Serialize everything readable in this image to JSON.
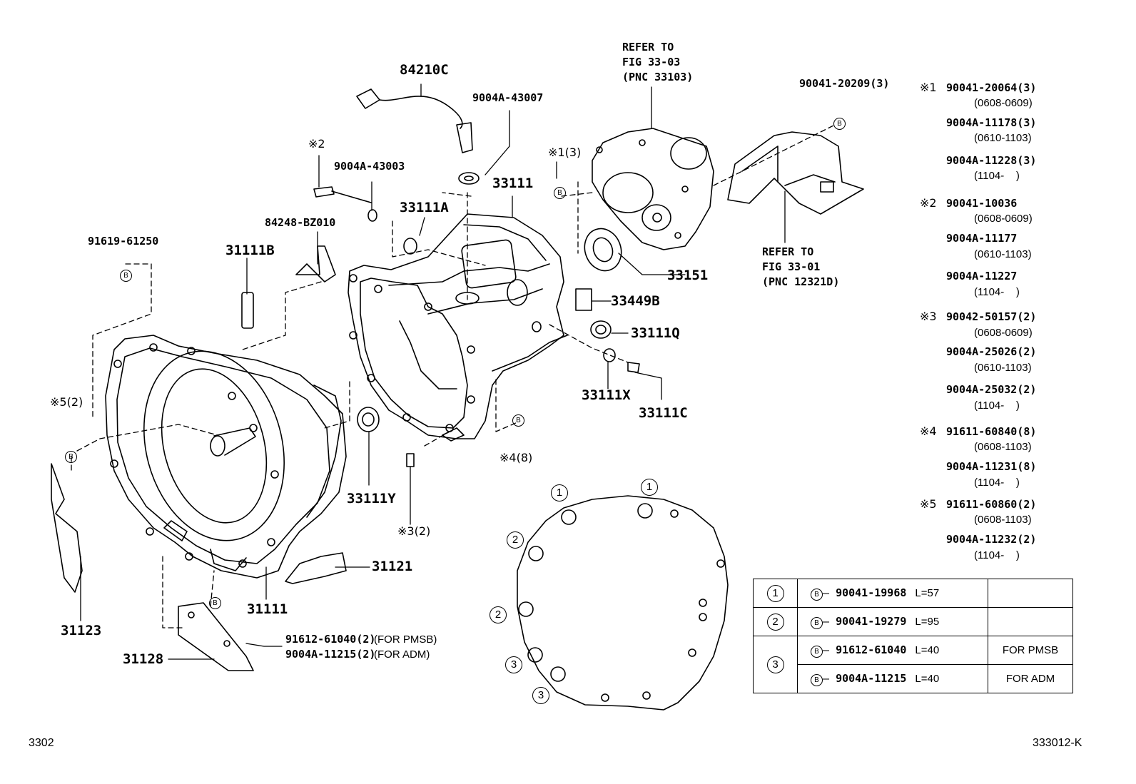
{
  "figure_id": "3302",
  "diagram_code": "333012-K",
  "part_labels": [
    {
      "id": "p84210C",
      "text": "84210C"
    },
    {
      "id": "p9004A43007",
      "text": "9004A-43007"
    },
    {
      "id": "p9004A43003",
      "text": "9004A-43003"
    },
    {
      "id": "p33111",
      "text": "33111"
    },
    {
      "id": "p33111A",
      "text": "33111A"
    },
    {
      "id": "p84248",
      "text": "84248-BZ010"
    },
    {
      "id": "p91619",
      "text": "91619-61250"
    },
    {
      "id": "p31111B",
      "text": "31111B"
    },
    {
      "id": "p33151",
      "text": "33151"
    },
    {
      "id": "p33449B",
      "text": "33449B"
    },
    {
      "id": "p33111Q",
      "text": "33111Q"
    },
    {
      "id": "p33111X",
      "text": "33111X"
    },
    {
      "id": "p33111C",
      "text": "33111C"
    },
    {
      "id": "p33111Y",
      "text": "33111Y"
    },
    {
      "id": "p31121",
      "text": "31121"
    },
    {
      "id": "p31111",
      "text": "31111"
    },
    {
      "id": "p31123",
      "text": "31123"
    },
    {
      "id": "p31128",
      "text": "31128"
    },
    {
      "id": "p90041_20209",
      "text": "90041-20209(3)"
    }
  ],
  "notes": {
    "ref1": "REFER TO\nFIG 33-03\n(PNC 33103)",
    "ref2": "REFER TO\nFIG 33-01\n(PNC 12321D)",
    "mark2": "※2",
    "mark1_3": "※1(3)",
    "mark5_2": "※5(2)",
    "mark4_8": "※4(8)",
    "mark3_2": "※3(2)",
    "bolt_pmsb": "91612-61040(2)",
    "bolt_pmsb_note": "(FOR PMSB)",
    "bolt_adm": "9004A-11215(2)",
    "bolt_adm_note": "(FOR ADM)",
    "b_symbol": "B"
  },
  "side_list": [
    {
      "mark": "※1",
      "entries": [
        {
          "part": "90041-20064(3)",
          "range": "(0608-0609)"
        },
        {
          "part": "9004A-11178(3)",
          "range": "(0610-1103)"
        },
        {
          "part": "9004A-11228(3)",
          "range": "(1104-    )"
        }
      ]
    },
    {
      "mark": "※2",
      "entries": [
        {
          "part": "90041-10036",
          "range": "(0608-0609)"
        },
        {
          "part": "9004A-11177",
          "range": "(0610-1103)"
        },
        {
          "part": "9004A-11227",
          "range": "(1104-    )"
        }
      ]
    },
    {
      "mark": "※3",
      "entries": [
        {
          "part": "90042-50157(2)",
          "range": "(0608-0609)"
        },
        {
          "part": "9004A-25026(2)",
          "range": "(0610-1103)"
        },
        {
          "part": "9004A-25032(2)",
          "range": "(1104-    )"
        }
      ]
    },
    {
      "mark": "※4",
      "entries": [
        {
          "part": "91611-60840(8)",
          "range": "(0608-1103)"
        },
        {
          "part": "9004A-11231(8)",
          "range": "(1104-    )"
        }
      ]
    },
    {
      "mark": "※5",
      "entries": [
        {
          "part": "91611-60860(2)",
          "range": "(0608-1103)"
        },
        {
          "part": "9004A-11232(2)",
          "range": "(1104-    )"
        }
      ]
    }
  ],
  "bolt_table": [
    {
      "pos": "1",
      "part": "90041-19968",
      "length": "L=57",
      "note": ""
    },
    {
      "pos": "2",
      "part": "90041-19279",
      "length": "L=95",
      "note": ""
    },
    {
      "pos": "3",
      "part": "91612-61040",
      "length": "L=40",
      "note": "FOR PMSB"
    },
    {
      "pos": "",
      "part": "9004A-11215",
      "length": "L=40",
      "note": "FOR ADM"
    }
  ],
  "gasket_callouts": [
    "1",
    "1",
    "2",
    "2",
    "3",
    "3"
  ]
}
